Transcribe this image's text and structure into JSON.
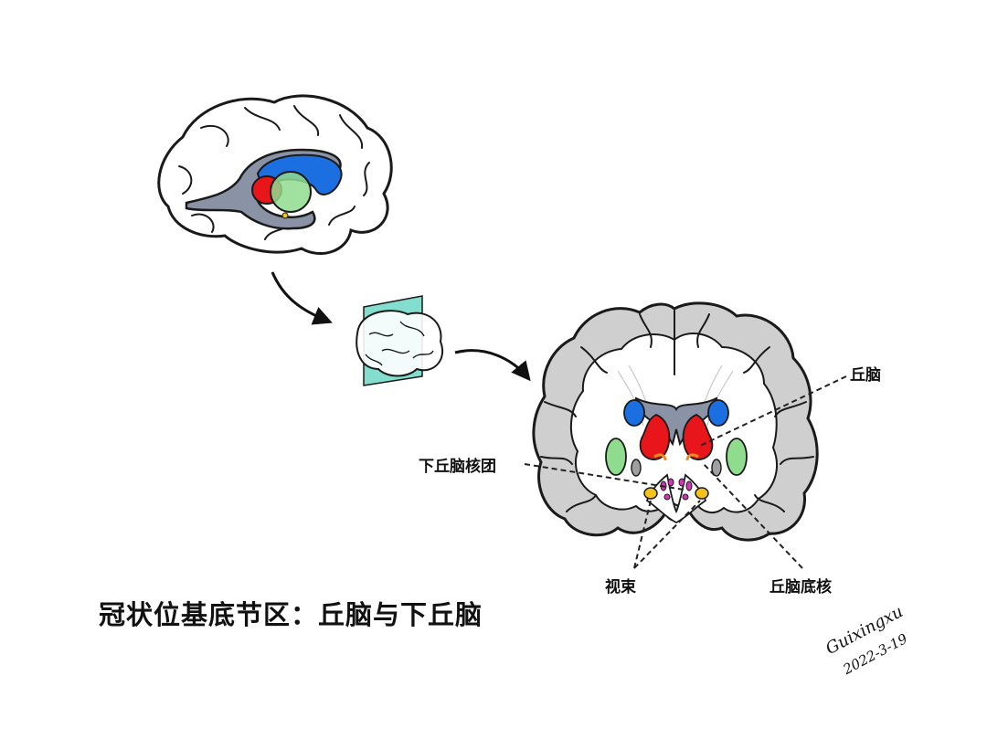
{
  "title": "冠状位基底节区：丘脑与下丘脑",
  "labels": {
    "thalamus": "丘脑",
    "hypothalamic_nuclei": "下丘脑核团",
    "optic_tract": "视束",
    "subthalamic_nucleus": "丘脑底核"
  },
  "signature": {
    "name": "Guixingxu",
    "date": "2022-3-19"
  },
  "colors": {
    "thalamus": "#e8161b",
    "caudate": "#1b6fe0",
    "lentiform": "#8fdc8f",
    "ventricle": "#8a93a6",
    "hypothalamus": "#d236b4",
    "optic_tract": "#f3c21b",
    "subthalamic": "#f08c1a",
    "slice_plane": "#6fd8c8",
    "cortex_gray": "#cfcfcf"
  },
  "icons": {
    "arrow_1": "curved-arrow-icon",
    "arrow_2": "curved-arrow-icon"
  }
}
